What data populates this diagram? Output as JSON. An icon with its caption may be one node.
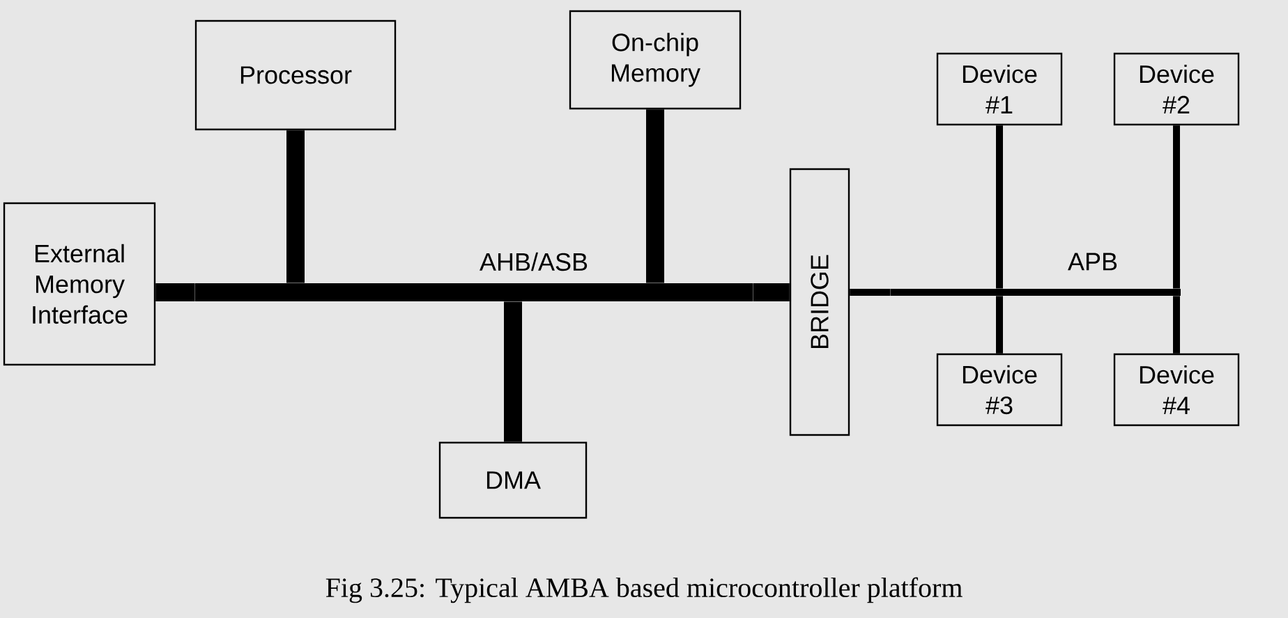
{
  "diagram": {
    "caption": "Fig 3.25: Typical AMBA based microcontroller platform",
    "nodes": [
      {
        "text": [
          "Processor"
        ]
      },
      {
        "text": [
          "On-chip Memory"
        ]
      },
      {
        "text": [
          "External Memory Interface"
        ]
      },
      {
        "text": [
          "BRIDGE"
        ]
      },
      {
        "text": [
          "Device #1"
        ]
      },
      {
        "text": [
          "Device #2"
        ]
      },
      {
        "text": [
          "Device #3"
        ]
      },
      {
        "text": [
          "Device #4"
        ]
      },
      {
        "text": [
          "DMA"
        ]
      },
      {
        "text": [],
        "shape": "bar",
        "beside": [
          "AHB/ASB"
        ]
      },
      {
        "text": [],
        "shape": "bar",
        "beside": [
          "APB"
        ]
      }
    ],
    "edges": [
      {
        "from": 0,
        "to": 9,
        "arrow": "none",
        "style": "thick"
      },
      {
        "from": 1,
        "to": 9,
        "arrow": "none",
        "style": "thick"
      },
      {
        "from": 2,
        "to": 9,
        "arrow": "none",
        "style": "thick"
      },
      {
        "from": 9,
        "to": 8,
        "arrow": "none",
        "style": "thick"
      },
      {
        "from": 9,
        "to": 3,
        "arrow": "none",
        "style": "thick"
      },
      {
        "from": 3,
        "to": 10,
        "arrow": "none"
      },
      {
        "from": 4,
        "to": 10,
        "arrow": "none"
      },
      {
        "from": 5,
        "to": 10,
        "arrow": "none"
      },
      {
        "from": 10,
        "to": 6,
        "arrow": "none"
      },
      {
        "from": 10,
        "to": 7,
        "arrow": "none"
      }
    ]
  }
}
